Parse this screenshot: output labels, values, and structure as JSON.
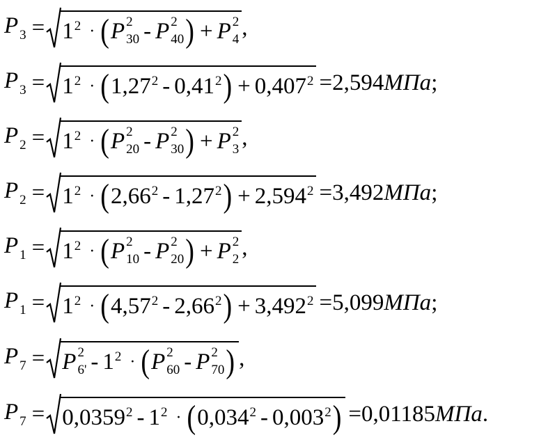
{
  "equations": [
    {
      "id": "eq-p3-formula",
      "lhs": {
        "var": "P",
        "sub": "3"
      },
      "type": "formula",
      "inside": {
        "coef": "1",
        "coef_exp": "2",
        "a": {
          "var": "P",
          "sub": "30",
          "sup": "2"
        },
        "b": {
          "var": "P",
          "sub": "40",
          "sup": "2"
        },
        "c": {
          "var": "P",
          "sub": "4",
          "sup": "2"
        }
      },
      "tail": ","
    },
    {
      "id": "eq-p3-value",
      "lhs": {
        "var": "P",
        "sub": "3"
      },
      "type": "numeric",
      "inside": {
        "coef": "1",
        "coef_exp": "2",
        "a": "1,27",
        "a_exp": "2",
        "b": "0,41",
        "b_exp": "2",
        "c": "0,407",
        "c_exp": "2"
      },
      "result": "=2,594",
      "unit": "МПа",
      "tail": ";"
    },
    {
      "id": "eq-p2-formula",
      "lhs": {
        "var": "P",
        "sub": "2"
      },
      "type": "formula",
      "inside": {
        "coef": "1",
        "coef_exp": "2",
        "a": {
          "var": "P",
          "sub": "20",
          "sup": "2"
        },
        "b": {
          "var": "P",
          "sub": "30",
          "sup": "2"
        },
        "c": {
          "var": "P",
          "sub": "3",
          "sup": "2"
        }
      },
      "tail": ","
    },
    {
      "id": "eq-p2-value",
      "lhs": {
        "var": "P",
        "sub": "2"
      },
      "type": "numeric",
      "inside": {
        "coef": "1",
        "coef_exp": "2",
        "a": "2,66",
        "a_exp": "2",
        "b": "1,27",
        "b_exp": "2",
        "c": "2,594",
        "c_exp": "2"
      },
      "result": "=3,492",
      "unit": "МПа",
      "tail": ";"
    },
    {
      "id": "eq-p1-formula",
      "lhs": {
        "var": "P",
        "sub": "1"
      },
      "type": "formula",
      "inside": {
        "coef": "1",
        "coef_exp": "2",
        "a": {
          "var": "P",
          "sub": "10",
          "sup": "2"
        },
        "b": {
          "var": "P",
          "sub": "20",
          "sup": "2"
        },
        "c": {
          "var": "P",
          "sub": "2",
          "sup": "2"
        }
      },
      "tail": ","
    },
    {
      "id": "eq-p1-value",
      "lhs": {
        "var": "P",
        "sub": "1"
      },
      "type": "numeric",
      "inside": {
        "coef": "1",
        "coef_exp": "2",
        "a": "4,57",
        "a_exp": "2",
        "b": "2,66",
        "b_exp": "2",
        "c": "3,492",
        "c_exp": "2"
      },
      "result": "=5,099",
      "unit": "МПа",
      "tail": ";"
    },
    {
      "id": "eq-p7-formula",
      "lhs": {
        "var": "P",
        "sub": "7"
      },
      "type": "formula-minus",
      "inside": {
        "lead": {
          "var": "P",
          "sub": "6'",
          "sup": "2"
        },
        "coef": "1",
        "coef_exp": "2",
        "a": {
          "var": "P",
          "sub": "60",
          "sup": "2"
        },
        "b": {
          "var": "P",
          "sub": "70",
          "sup": "2"
        }
      },
      "tail": ","
    },
    {
      "id": "eq-p7-value",
      "lhs": {
        "var": "P",
        "sub": "7"
      },
      "type": "numeric-minus",
      "inside": {
        "lead": "0,0359",
        "lead_exp": "2",
        "coef": "1",
        "coef_exp": "2",
        "a": "0,034",
        "a_exp": "2",
        "b": "0,003",
        "b_exp": "2"
      },
      "result": "=0,01185",
      "unit": "МПа",
      "tail": "."
    }
  ],
  "symbols": {
    "eq": "=",
    "plus": "+",
    "minus": "-",
    "dot": "·",
    "lparen": "(",
    "rparen": ")"
  }
}
